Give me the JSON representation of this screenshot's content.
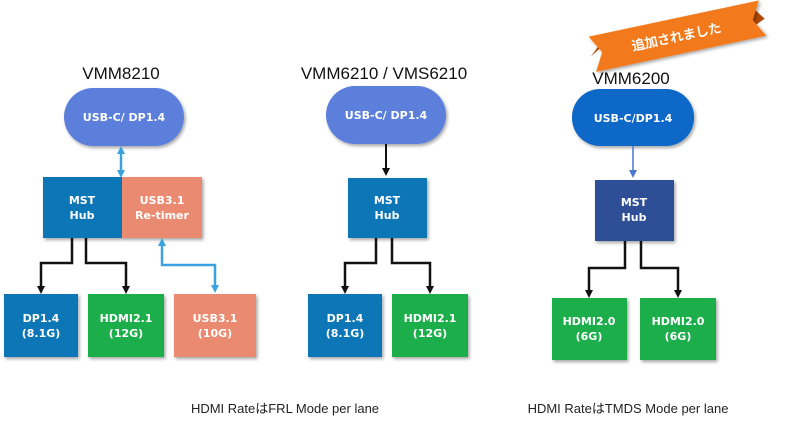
{
  "colors": {
    "pill_fill": "#5b7fdc",
    "pill_fill_dark": "#0a68c8",
    "mst_hub": "#1076b6",
    "mst_hub_navy": "#2e4f96",
    "retimer": "#ea8a6f",
    "dp": "#1076b6",
    "hdmi": "#1eae4c",
    "usb_link": "#3aa3df",
    "connector": "#111111",
    "banner": "#f27a1a"
  },
  "banner": {
    "text": "追加されました"
  },
  "diagrams": [
    {
      "title": "VMM8210",
      "input": "USB-C/ DP1.4",
      "hub_lines": [
        "MST",
        "Hub"
      ],
      "retimer_lines": [
        "USB3.1",
        "Re-timer"
      ],
      "outputs": [
        {
          "lines": [
            "DP1.4",
            "(8.1G)"
          ]
        },
        {
          "lines": [
            "HDMI2.1",
            "(12G)"
          ]
        },
        {
          "lines": [
            "USB3.1",
            "(10G)"
          ]
        }
      ]
    },
    {
      "title": "VMM6210 / VMS6210",
      "input": "USB-C/ DP1.4",
      "hub_lines": [
        "MST",
        "Hub"
      ],
      "outputs": [
        {
          "lines": [
            "DP1.4",
            "(8.1G)"
          ]
        },
        {
          "lines": [
            "HDMI2.1",
            "(12G)"
          ]
        }
      ]
    },
    {
      "title": "VMM6200",
      "input": "USB-C/DP1.4",
      "hub_lines": [
        "MST",
        "Hub"
      ],
      "outputs": [
        {
          "lines": [
            "HDMI2.0",
            "(6G)"
          ]
        },
        {
          "lines": [
            "HDMI2.0",
            "(6G)"
          ]
        }
      ]
    }
  ],
  "notes": [
    "HDMI RateはFRL Mode per lane",
    "HDMI RateはTMDS Mode per lane"
  ]
}
